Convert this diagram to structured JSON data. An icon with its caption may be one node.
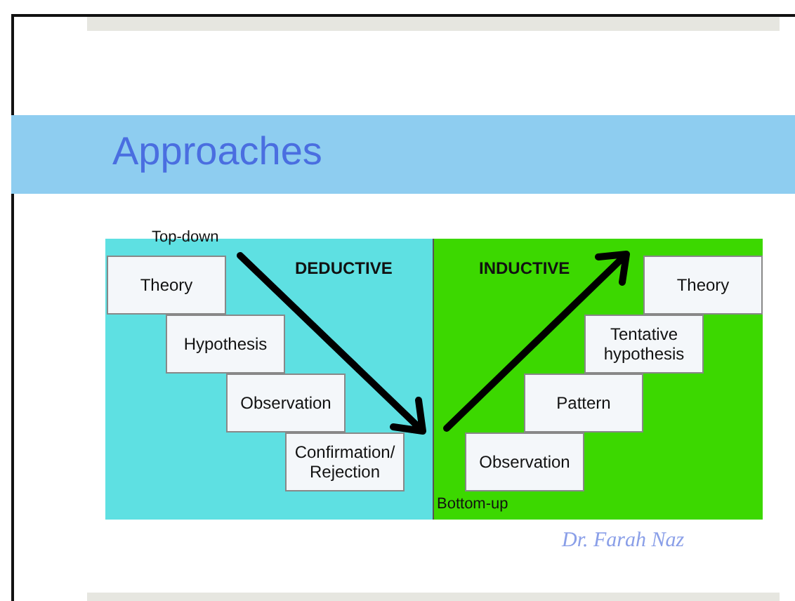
{
  "diagram": {
    "title": "Approaches",
    "nodes": [
      {
        "text": [
          "DEDUCTIVE"
        ]
      },
      {
        "text": [
          "Theory"
        ],
        "in": 0
      },
      {
        "text": [
          "Hypothesis"
        ],
        "in": 0
      },
      {
        "text": [
          "Observation"
        ],
        "in": 0
      },
      {
        "text": [
          "Confirmation/ Rejection"
        ],
        "in": 0
      },
      {
        "text": [
          "INDUCTIVE"
        ]
      },
      {
        "text": [
          "Theory"
        ],
        "in": 5
      },
      {
        "text": [
          "Tentative hypothesis"
        ],
        "in": 5
      },
      {
        "text": [
          "Pattern"
        ],
        "in": 5
      },
      {
        "text": [
          "Observation"
        ],
        "in": 5
      }
    ],
    "labels": [
      "Top-down",
      "Bottom-up",
      "Dr. Farah Naz"
    ]
  }
}
